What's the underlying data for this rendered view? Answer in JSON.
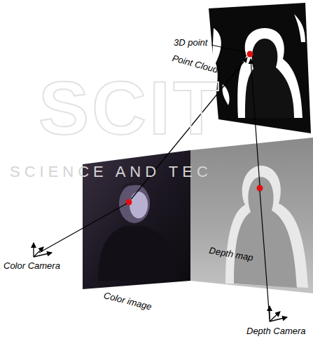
{
  "diagram": {
    "labels": [
      "SCIT",
      "SCIENCE AND TEC",
      "3D point",
      "Point Cloud",
      "Color image",
      "Depth map",
      "Color Camera",
      "Depth Camera"
    ]
  }
}
